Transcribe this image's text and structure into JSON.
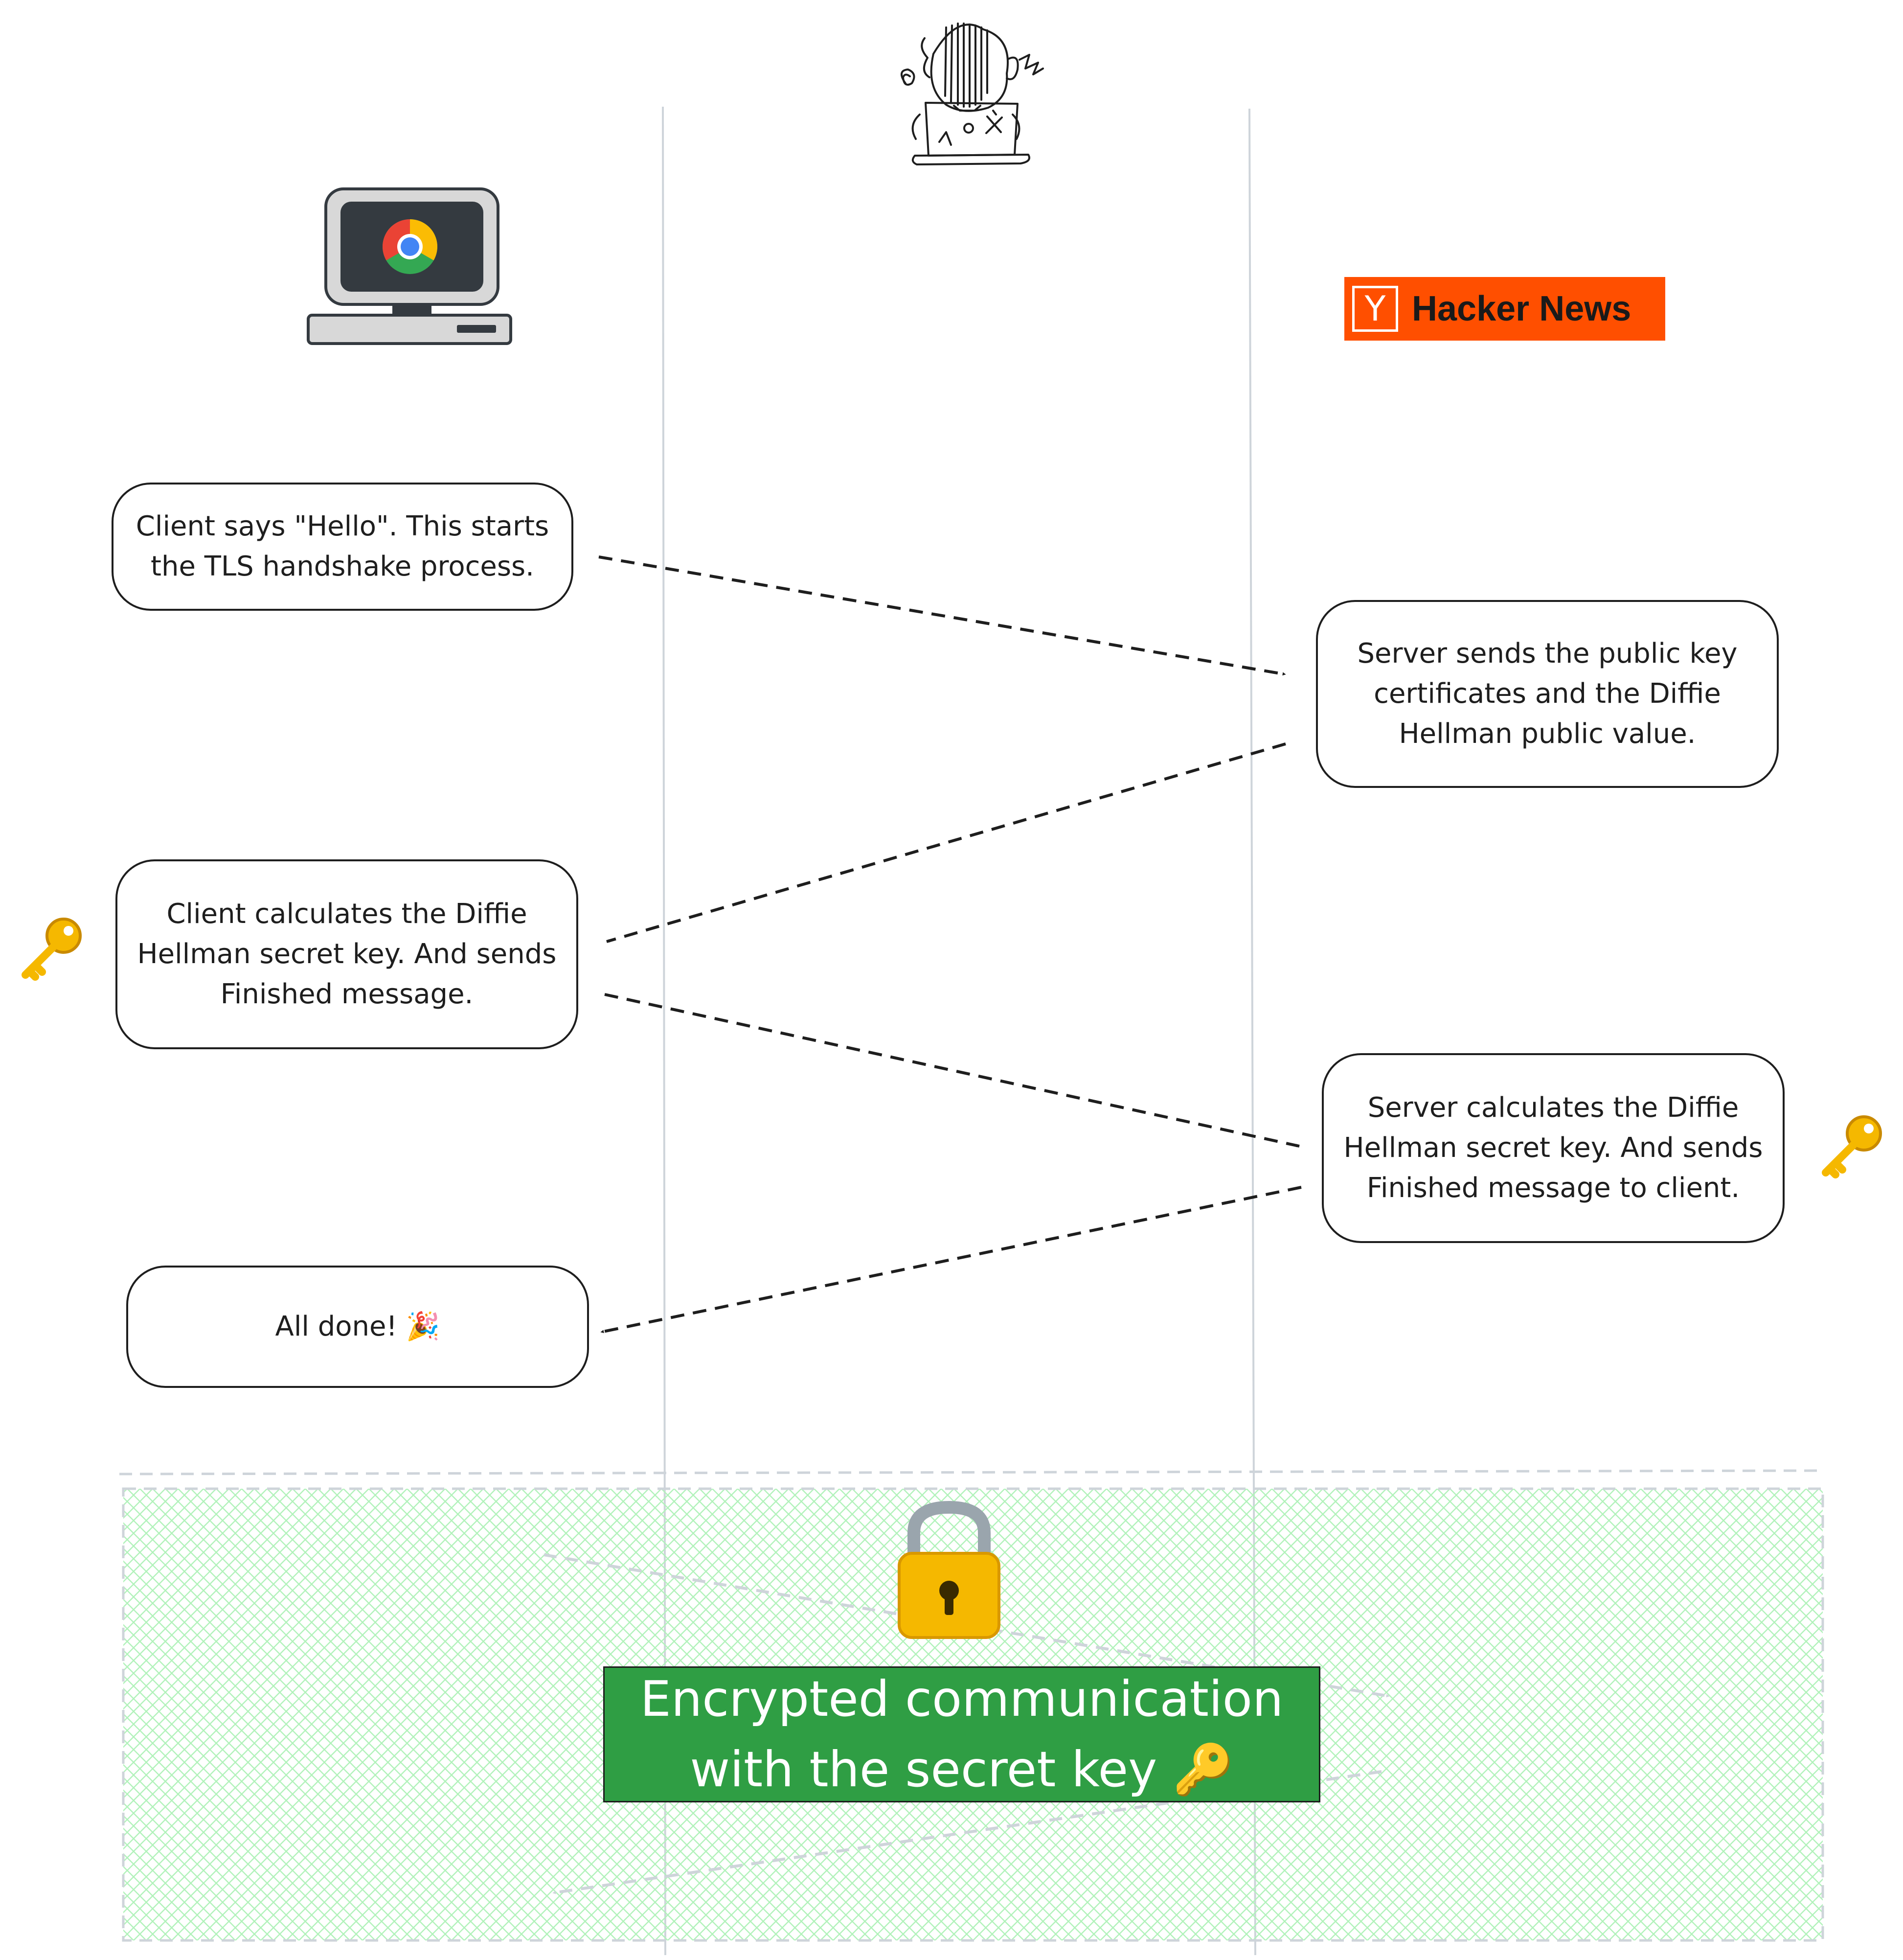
{
  "steps": [
    {
      "id": "client-hello",
      "text": "Client says \"Hello\". This starts the TLS handshake process."
    },
    {
      "id": "server-cert",
      "text": "Server sends the public key certificates and the Diffie Hellman public value."
    },
    {
      "id": "client-secret",
      "text": "Client calculates the Diffie Hellman secret key. And sends Finished message."
    },
    {
      "id": "server-secret",
      "text": "Server calculates the Diffie Hellman secret key. And sends Finished message to client."
    },
    {
      "id": "all-done",
      "text": "All done! 🎉"
    }
  ],
  "server_logo": {
    "mark": "Y",
    "name": "Hacker News"
  },
  "encrypted_banner": {
    "line1": "Encrypted communication",
    "line2": "with the secret key 🔑"
  },
  "icons": {
    "client": "computer-with-chrome-icon",
    "attacker": "hacker-at-laptop-icon",
    "key": "key-icon",
    "lock": "padlock-icon"
  },
  "colors": {
    "box_border": "#1e1e1e",
    "arrow": "#1e1e1e",
    "lifeline": "#ced4da",
    "hn_orange": "#ff4f00",
    "banner_green": "#2f9e44",
    "hatch_green": "#b2f2bb",
    "faded_arrow": "#ced4da"
  }
}
